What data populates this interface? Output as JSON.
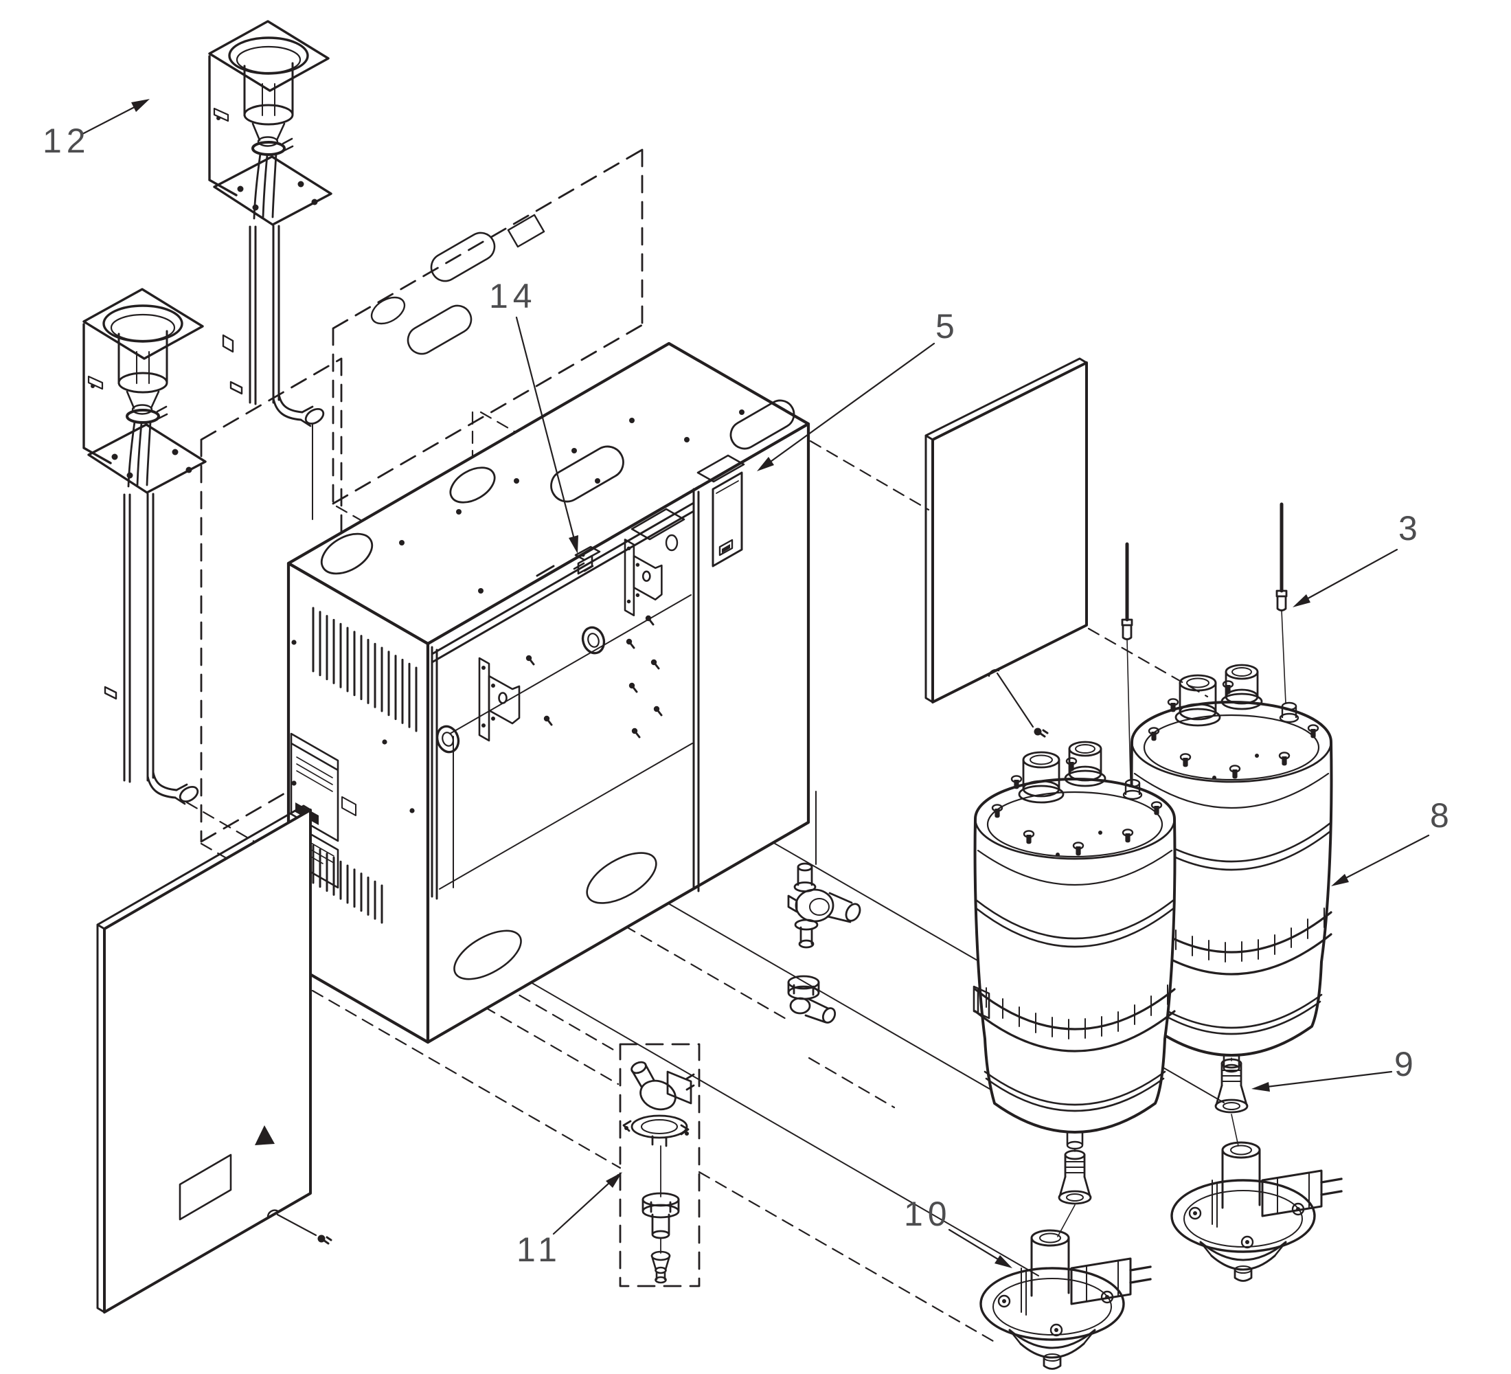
{
  "diagram": {
    "background_color": "#ffffff",
    "line_color": "#231f20",
    "label_color": "#4d4d4f",
    "callouts": [
      {
        "id": "12",
        "label": "12"
      },
      {
        "id": "14",
        "label": "14"
      },
      {
        "id": "5",
        "label": "5"
      },
      {
        "id": "3",
        "label": "3"
      },
      {
        "id": "8",
        "label": "8"
      },
      {
        "id": "9",
        "label": "9"
      },
      {
        "id": "10",
        "label": "10"
      },
      {
        "id": "11",
        "label": "11"
      }
    ]
  }
}
